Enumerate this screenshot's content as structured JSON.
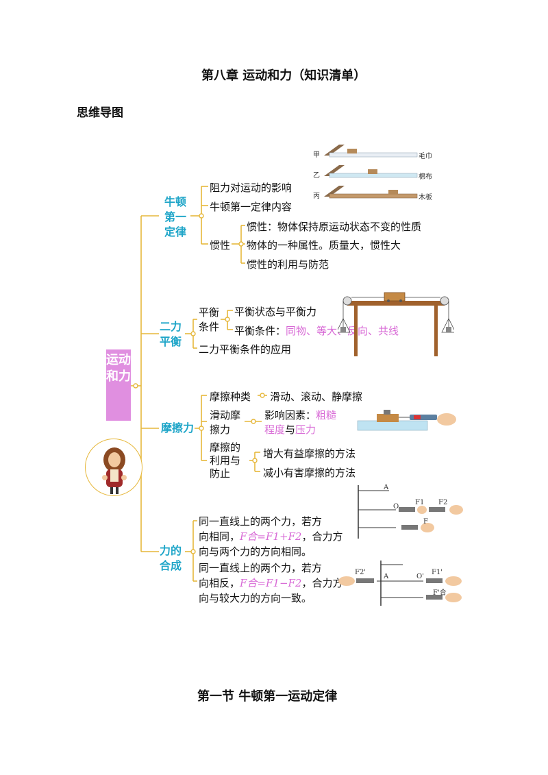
{
  "doc": {
    "chapter_title": "第八章  运动和力（知识清单）",
    "section_heading": "思维导图",
    "footer_title": "第一节    牛顿第一运动定律"
  },
  "mindmap": {
    "root": "运动和力",
    "branches": {
      "newton": {
        "title_lines": [
          "牛顿",
          "第一",
          "定律"
        ],
        "item1": "阻力对运动的影响",
        "item2": "牛顿第一定律内容",
        "inertia_label": "惯性",
        "inertia_items": [
          "惯性：物体保持原运动状态不变的性质",
          "物体的一种属性。质量大，惯性大",
          "惯性的利用与防范"
        ]
      },
      "balance": {
        "title_lines": [
          "二力",
          "平衡"
        ],
        "cond_label_lines": [
          "平衡",
          "条件"
        ],
        "cond_item1": "平衡状态与平衡力",
        "cond_item2_prefix": "平衡条件：",
        "cond_item2_pink": "同物、等大、反向、共线",
        "item2": "二力平衡条件的应用"
      },
      "friction": {
        "title": "摩擦力",
        "kinds_label": "摩擦种类",
        "kinds_value": "滑动、滚动、静摩擦",
        "sliding_label_lines": [
          "滑动摩",
          "擦力"
        ],
        "factors_prefix": "影响因素：",
        "factors_pink1": "粗糙",
        "factors_pink2": "程度",
        "factors_mid": "与",
        "factors_pink3": "压力",
        "use_label_lines": [
          "摩擦的",
          "利用与",
          "防止"
        ],
        "use_item1": "增大有益摩擦的方法",
        "use_item2": "减小有害摩擦的方法"
      },
      "composition": {
        "title_lines": [
          "力的",
          "合成"
        ],
        "same_lines": [
          "同一直线上的两个力，若方",
          "向相同，",
          "，合力方",
          "向与两个力的方向相同。"
        ],
        "same_formula": "F合=F1+F2",
        "opp_lines": [
          "同一直线上的两个力，若方",
          "向相反，",
          "，合力方",
          "向与较大力的方向一致。"
        ],
        "opp_formula": "F合=F1−F2"
      }
    }
  },
  "figure_labels": {
    "friction_exp": [
      "甲",
      "乙",
      "丙"
    ],
    "surfaces": [
      "毛巾",
      "棉布",
      "木板"
    ],
    "force_same": [
      "A",
      "O",
      "F1",
      "F2",
      "F"
    ],
    "force_opp": [
      "F2'",
      "A",
      "O'",
      "F1'",
      "F'合"
    ]
  },
  "colors": {
    "branch": "#e6b73a",
    "teal": "#1ea5c8",
    "pink": "#d86ad6",
    "root_bg": "#e08fe0"
  }
}
